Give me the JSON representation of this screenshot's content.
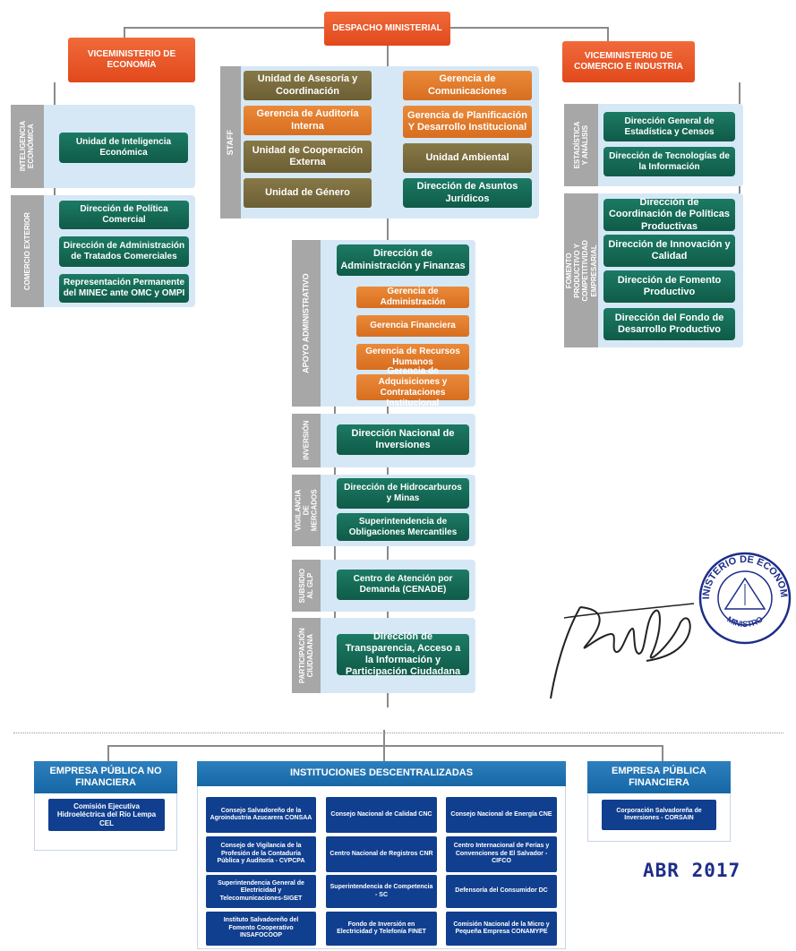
{
  "top": {
    "despacho": "DESPACHO MINISTERIAL",
    "vice_economia": "VICEMINISTERIO DE ECONOMÍA",
    "vice_comercio": "VICEMINISTERIO DE COMERCIO E INDUSTRIA"
  },
  "staff": {
    "label": "STAFF",
    "left": [
      "Unidad de Asesoría y Coordinación",
      "Gerencia de Auditoría Interna",
      "Unidad de Cooperación Externa",
      "Unidad de Género"
    ],
    "right": [
      "Gerencia de Comunicaciones",
      "Gerencia de Planificación Y Desarrollo Institucional",
      "Unidad Ambiental",
      "Dirección de Asuntos Jurídicos"
    ]
  },
  "left_groups": {
    "inteligencia_label": "INTELIGENCIA ECONÓMICA",
    "inteligencia_item": "Unidad de Inteligencia Económica",
    "comercio_label": "COMERCIO EXTERIOR",
    "comercio_items": [
      "Dirección de Política Comercial",
      "Dirección de Administración de Tratados Comerciales",
      "Representación Permanente del MINEC ante OMC y OMPI"
    ]
  },
  "right_groups": {
    "estadistica_label": "ESTADÍSTICA Y ANÁLISIS",
    "estadistica_items": [
      "Dirección General de Estadística y Censos",
      "Dirección de Tecnologías de la Información"
    ],
    "fomento_label": "FOMENTO PRODUCTIVO Y COMPETITIVIDAD EMPRESARIAL",
    "fomento_items": [
      "Dirección de Coordinación de Políticas Productivas",
      "Dirección de Innovación y Calidad",
      "Dirección de Fomento Productivo",
      "Dirección del Fondo de Desarrollo Productivo"
    ]
  },
  "center": {
    "apoyo_label": "APOYO ADMINISTRATIVO",
    "apoyo_head": "Dirección de Administración y Finanzas",
    "apoyo_items": [
      "Gerencia de Administración",
      "Gerencia Financiera",
      "Gerencia de Recursos Humanos",
      "Gerencia de Adquisiciones y Contrataciones Institucional"
    ],
    "inversion_label": "INVERSIÓN",
    "inversion_item": "Dirección Nacional de Inversiones",
    "vigilancia_label": "VIGILANCIA DE MERCADOS",
    "vigilancia_items": [
      "Dirección de Hidrocarburos y Minas",
      "Superintendencia de Obligaciones Mercantiles"
    ],
    "subsidio_label": "SUBSIDIO AL GLP",
    "subsidio_item": "Centro de Atención por Demanda (CENADE)",
    "participacion_label": "PARTICIPACIÓN CIUDADANA",
    "participacion_item": "Dirección de Transparencia, Acceso a la Información y Participación Ciudadana"
  },
  "bottom": {
    "epnf_title": "EMPRESA PÚBLICA NO FINANCIERA",
    "epnf_item": "Comisión Ejecutiva Hidroeléctrica del Río Lempa CEL",
    "inst_title": "INSTITUCIONES DESCENTRALIZADAS",
    "inst_items": [
      "Consejo Salvadoreño de la Agroindustria Azucarera CONSAA",
      "Consejo Nacional de Calidad CNC",
      "Consejo Nacional de Energía CNE",
      "Consejo de Vigilancia de la Profesión de la Contaduría Pública y Auditoría - CVPCPA",
      "Centro Nacional de Registros CNR",
      "Centro Internacional de Ferias y Convenciones de El Salvador - CIFCO",
      "Superintendencia General de Electricidad y Telecomunicaciones-SIGET",
      "Superintendencia de Competencia - SC",
      "Defensoría del Consumidor DC",
      "Instituto Salvadoreño del Fomento Cooperativo INSAFOCOOP",
      "Fondo de Inversión en Electricidad y Telefonía FINET",
      "Comisión Nacional de la Micro y Pequeña Empresa CONAMYPE"
    ],
    "epf_title": "EMPRESA PÚBLICA FINANCIERA",
    "epf_item": "Corporación Salvadoreña de Inversiones - CORSAIN"
  },
  "seal": {
    "top_text": "MINISTERIO DE ECONOMÍA",
    "bottom_text": "MINISTRO"
  },
  "date": "ABR 2017"
}
